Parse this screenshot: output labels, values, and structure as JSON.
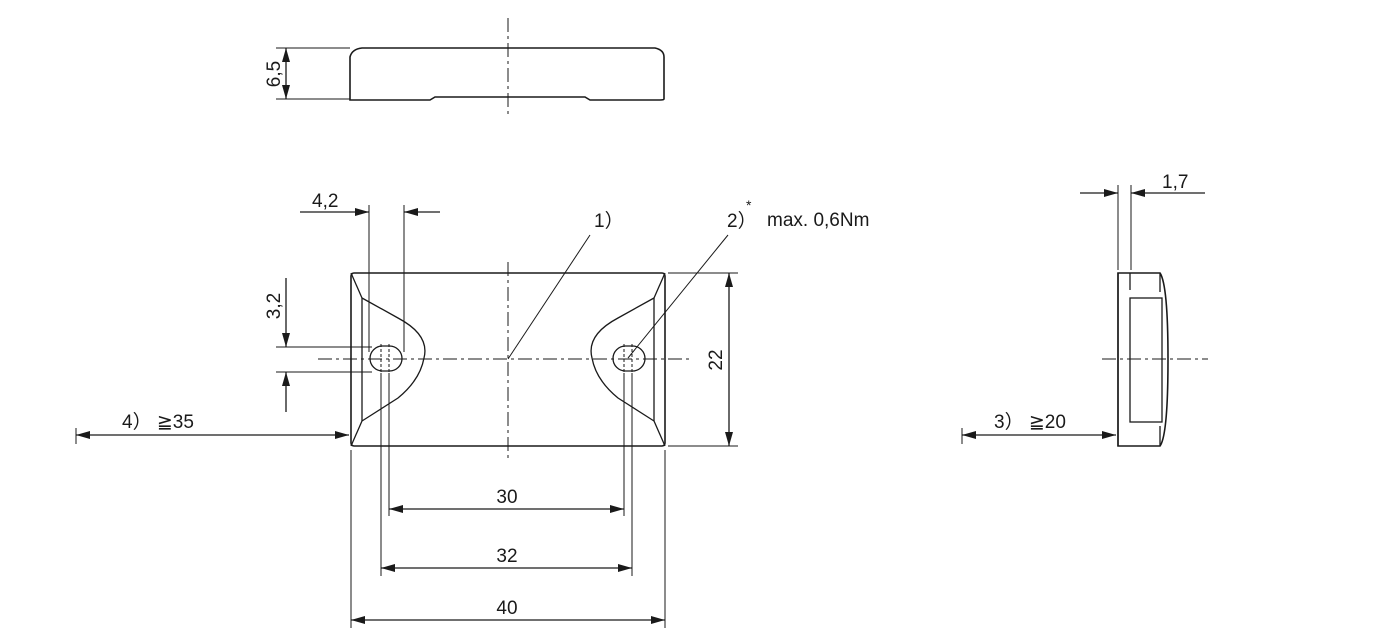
{
  "dimensions": {
    "height_top": "6,5",
    "hole_width": "4,2",
    "hole_height": "3,2",
    "pitch_inner": "30",
    "pitch_outer": "32",
    "overall_width": "40",
    "overall_height": "22",
    "side_thickness": "1,7"
  },
  "callouts": {
    "note_1": "1）",
    "note_2": "2）",
    "note_2_star": "*",
    "torque": "max. 0,6Nm",
    "note_3": "3） ≧20",
    "note_4": "4） ≧35"
  },
  "colors": {
    "line": "#1a1a1a",
    "background": "#ffffff"
  }
}
